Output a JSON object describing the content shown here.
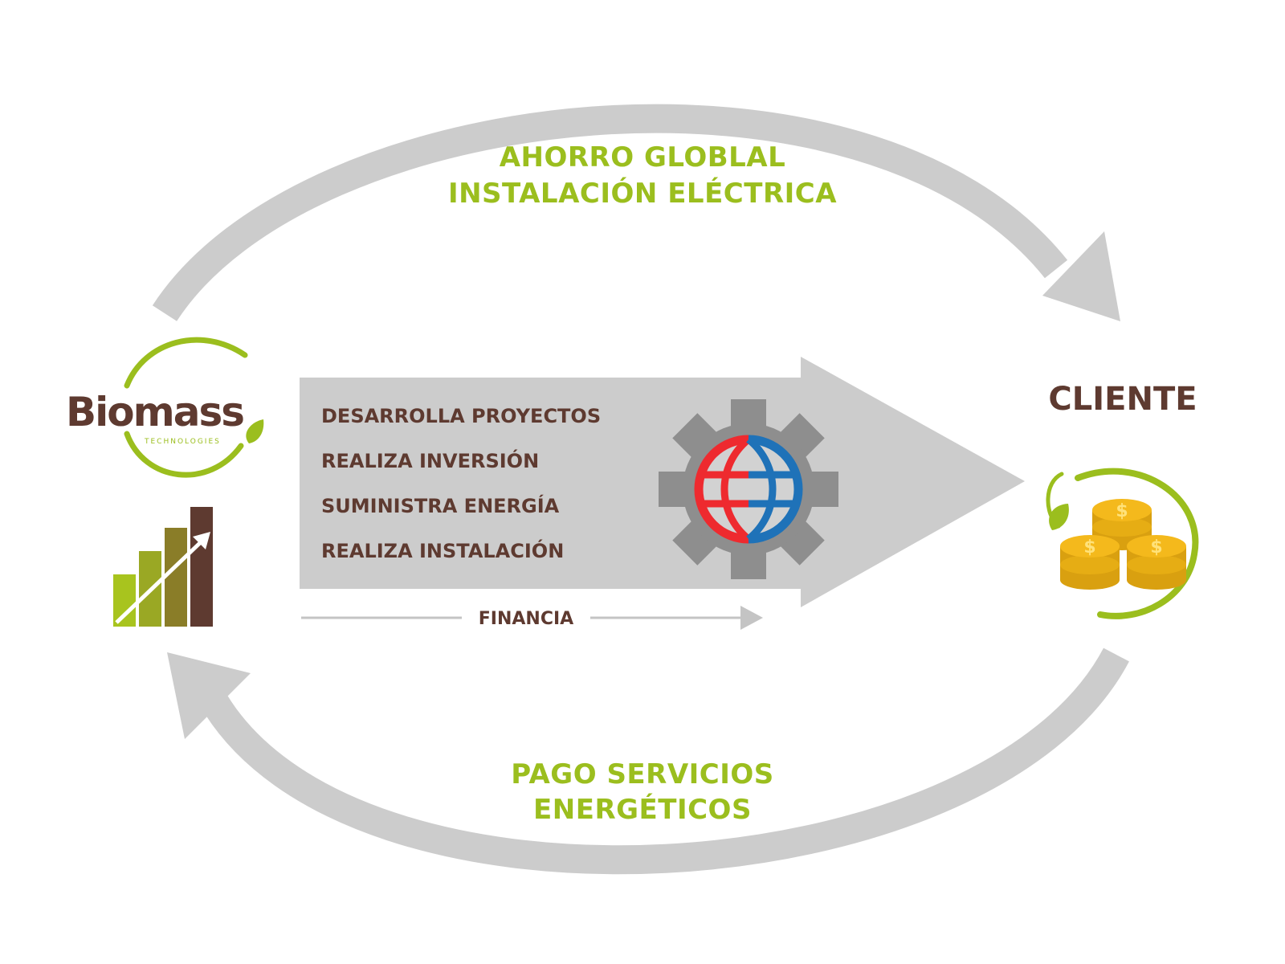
{
  "top_flow": {
    "line1": "AHORRO GLOBLAL",
    "line2": "INSTALACIÓN ELÉCTRICA"
  },
  "bottom_flow": {
    "line1": "PAGO SERVICIOS",
    "line2": "ENERGÉTICOS"
  },
  "logo": {
    "name": "Biomass",
    "subtitle": "TECHNOLOGIES"
  },
  "client_label": "CLIENTE",
  "services": [
    "DESARROLLA PROYECTOS",
    "REALIZA INVERSIÓN",
    "SUMINISTRA ENERGÍA",
    "REALIZA INSTALACIÓN"
  ],
  "financing_label": "FINANCIA",
  "colors": {
    "green": "#9bbe1e",
    "brown": "#5e3a30",
    "arrow_gray": "#cccccc",
    "gear_gray": "#8e8e8e",
    "globe_red": "#ee2a2f",
    "globe_blue": "#1f72b8",
    "coin_gold": "#f4b91c"
  },
  "icons": [
    "growth-bar-chart-icon",
    "gear-globe-icon",
    "coins-icon",
    "leaf-icon"
  ]
}
